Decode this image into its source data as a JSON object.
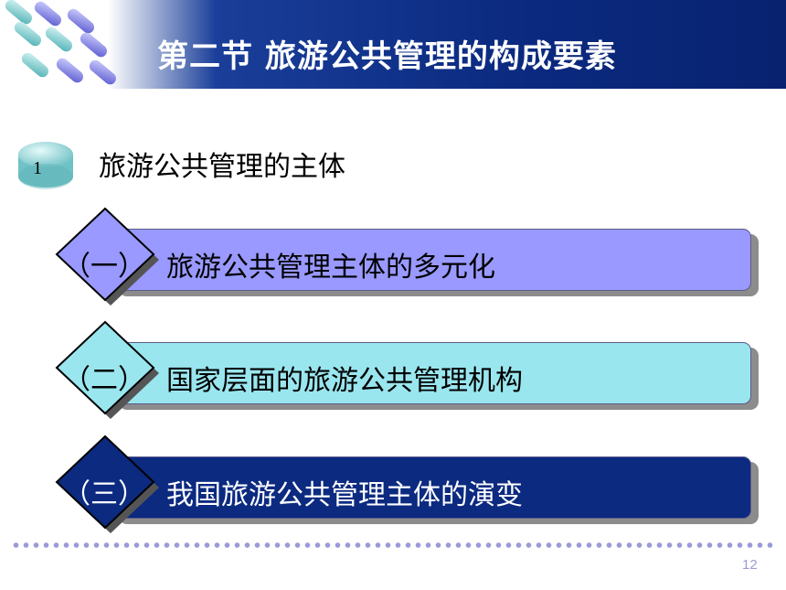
{
  "header": {
    "title": "第二节 旅游公共管理的构成要素"
  },
  "section": {
    "number": "1",
    "title": "旅游公共管理的主体"
  },
  "items": [
    {
      "num": "（一）",
      "label": "旅游公共管理主体的多元化",
      "bar_color": "#9999ff",
      "diamond_color": "#9999ff",
      "text_color": "#000000"
    },
    {
      "num": "（二）",
      "label": "国家层面的旅游公共管理机构",
      "bar_color": "#9ae6ef",
      "diamond_color": "#9ae6ef",
      "text_color": "#000000"
    },
    {
      "num": "（三）",
      "label": "我国旅游公共管理主体的演变",
      "bar_color": "#0b2a80",
      "diamond_color": "#0b2a80",
      "text_color": "#ffffff"
    }
  ],
  "footer": {
    "page": "12"
  }
}
